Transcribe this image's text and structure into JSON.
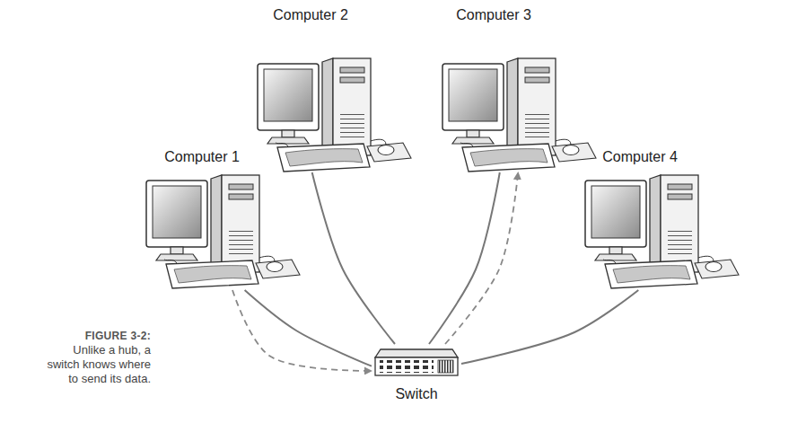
{
  "diagram": {
    "caption": "Unlike a hub, a switch knows where to send its data.",
    "nodes": [
      {
        "text": [
          "Computer 2"
        ]
      },
      {
        "text": [
          "Computer 3"
        ]
      },
      {
        "text": [
          "Computer 1"
        ]
      },
      {
        "text": [
          "Computer 4"
        ]
      },
      {
        "text": [
          "Switch"
        ]
      }
    ],
    "edges": [
      {
        "from": 2,
        "to": 4,
        "arrow": "none"
      },
      {
        "from": 0,
        "to": 4,
        "arrow": "none"
      },
      {
        "from": 1,
        "to": 4,
        "arrow": "none"
      },
      {
        "from": 3,
        "to": 4,
        "arrow": "none"
      },
      {
        "from": 2,
        "to": 4,
        "arrow": "to"
      },
      {
        "from": 4,
        "to": 1,
        "arrow": "to"
      }
    ],
    "labels": [
      "FIGURE 3-2:"
    ]
  }
}
